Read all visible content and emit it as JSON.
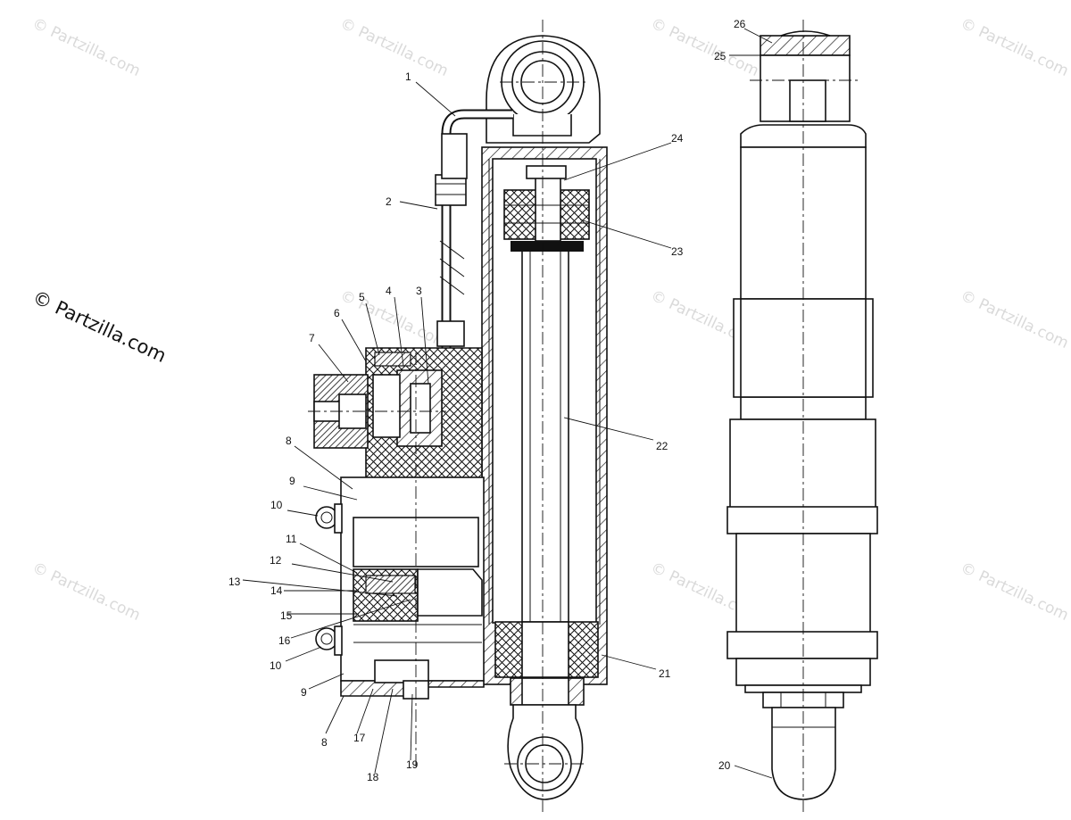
{
  "watermark_text": "© Partzilla.com",
  "copyright_text": "© Partzilla.com",
  "callouts": [
    "1",
    "2",
    "3",
    "4",
    "5",
    "6",
    "7",
    "8",
    "9",
    "10",
    "11",
    "12",
    "13",
    "14",
    "15",
    "16",
    "10",
    "9",
    "8",
    "17",
    "18",
    "19",
    "24",
    "23",
    "22",
    "21",
    "26",
    "25",
    "20"
  ],
  "colors": {
    "line": "#111111",
    "watermark": "#dadada",
    "background": "#ffffff"
  }
}
